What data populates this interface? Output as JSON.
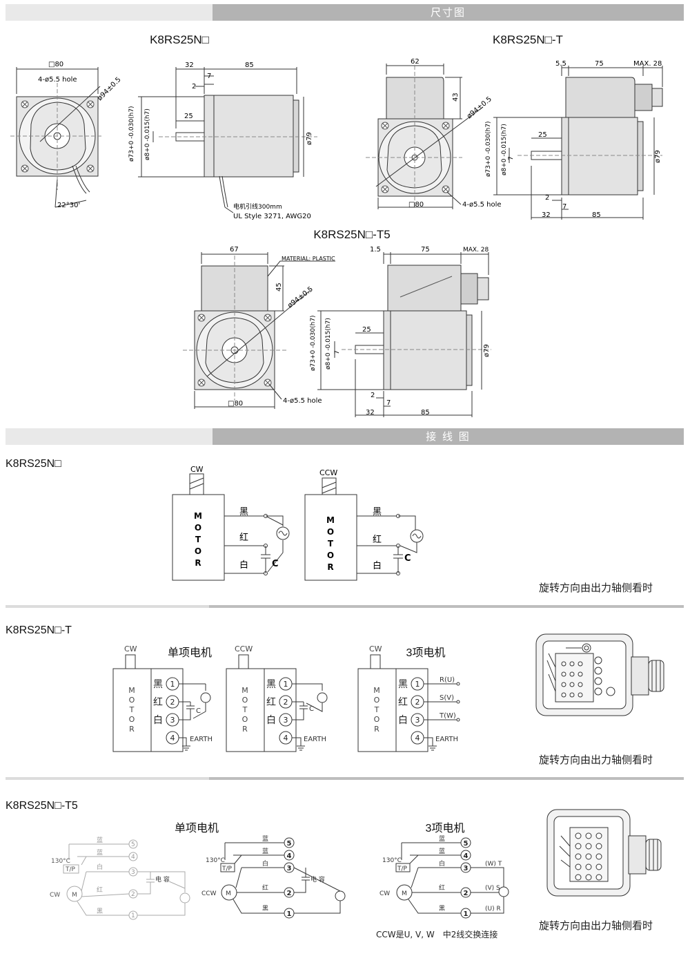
{
  "sections": {
    "dimensions": "尺寸图",
    "wiring": "接 线 图"
  },
  "dimensions": {
    "model_a": "K8RS25N□",
    "model_b": "K8RS25N□-T",
    "model_c": "K8RS25N□-T5",
    "a": {
      "sq80": "□80",
      "hole": "4-ø5.5 hole",
      "dia94": "ø94±0.5",
      "angle": "22°30'",
      "d32": "32",
      "d85": "85",
      "d7": "7",
      "d2": "2",
      "d25": "25",
      "d73": "ø73+0 -0.030(h7)",
      "d8": "ø8+0 -0.015(h7)",
      "d79": "ø79",
      "lead1": "电机引线300mm",
      "lead2": "UL Style 3271, AWG20"
    },
    "b": {
      "d62": "62",
      "d43": "43",
      "dia94": "ø94±0.5",
      "sq80": "□80",
      "hole": "4-ø5.5 hole",
      "d55": "5.5",
      "d75": "75",
      "max28": "MAX. 28",
      "d25": "25",
      "d7": "7",
      "d2": "2",
      "d32": "32",
      "d85": "85",
      "d79": "ø79",
      "d73": "ø73+0 -0.030(h7)",
      "d8": "ø8+0 -0.015(h7)"
    },
    "c": {
      "d67": "67",
      "material": "MATERIAL: PLASTIC",
      "d45": "45",
      "dia94": "ø94±0.5",
      "sq80": "□80",
      "hole": "4-ø5.5 hole",
      "d15": "1.5",
      "d75": "75",
      "max28": "MAX. 28",
      "d25": "25",
      "d7": "7",
      "d2": "2",
      "d32": "32",
      "d85": "85",
      "d79": "ø79",
      "d73": "ø73+0 -0.030(h7)",
      "d8": "ø8+0 -0.015(h7)"
    }
  },
  "wiring": {
    "w1": {
      "model": "K8RS25N□",
      "cw": "CW",
      "ccw": "CCW",
      "motor": [
        "M",
        "O",
        "T",
        "O",
        "R"
      ],
      "black": "黑",
      "red": "红",
      "white": "白",
      "cap": "C",
      "note": "旋转方向由出力轴侧看时"
    },
    "w2": {
      "model": "K8RS25N□-T",
      "cw": "CW",
      "ccw": "CCW",
      "single": "单项电机",
      "three": "3项电机",
      "motor": [
        "M",
        "O",
        "T",
        "O",
        "R"
      ],
      "black": "黑",
      "red": "红",
      "white": "白",
      "cap": "C",
      "earth": "EARTH",
      "n1": "1",
      "n2": "2",
      "n3": "3",
      "n4": "4",
      "ru": "R(U)",
      "sv": "S(V)",
      "tw": "T(W)",
      "note": "旋转方向由出力轴侧看时"
    },
    "w3": {
      "model": "K8RS25N□-T5",
      "single": "单项电机",
      "three": "3项电机",
      "blue": "蓝",
      "white": "白",
      "red": "红",
      "black": "黑",
      "temp": "130°C",
      "tp": "T/P",
      "m": "M",
      "cw": "CW",
      "ccw": "CCW",
      "cw_partial": "CW",
      "cap": "电 容",
      "n1": "1",
      "n2": "2",
      "n3": "3",
      "n4": "4",
      "n5": "5",
      "wt": "(W) T",
      "vs": "(V) S",
      "ur": "(U) R",
      "ccw_note": "CCW是U, V, W　中2线交换连接",
      "note": "旋转方向由出力轴侧看时"
    }
  }
}
